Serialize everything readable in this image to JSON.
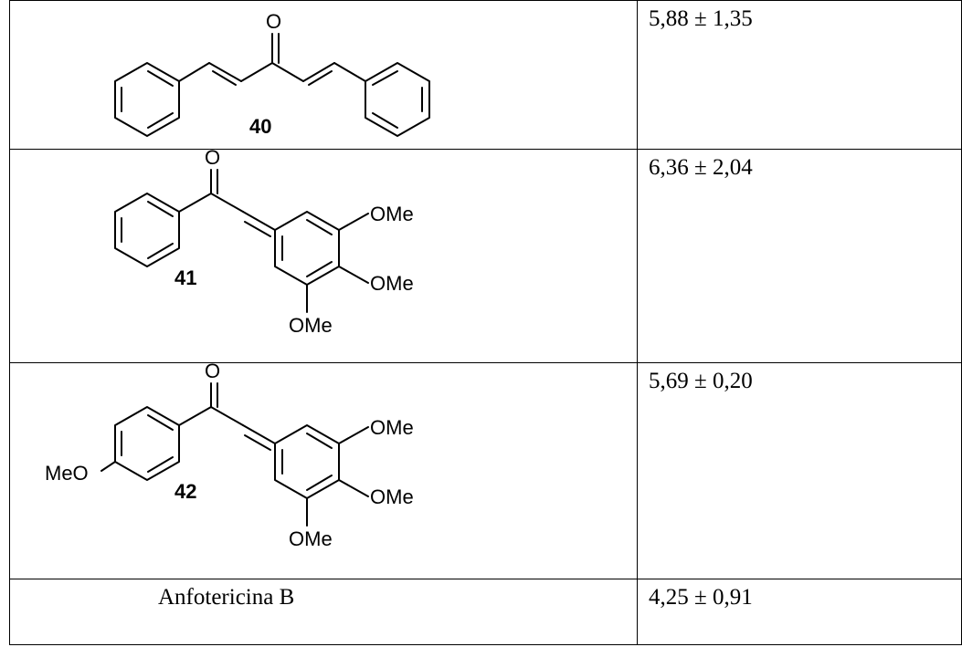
{
  "rows": [
    {
      "compound": "40",
      "value": "5,88 ± 1,35",
      "atoms": {
        "carbonyl_o": "O"
      }
    },
    {
      "compound": "41",
      "value": "6,36 ± 2,04",
      "atoms": {
        "carbonyl_o": "O",
        "ome_1": "OMe",
        "ome_2": "OMe",
        "ome_3": "OMe"
      }
    },
    {
      "compound": "42",
      "value": "5,69 ± 0,20",
      "atoms": {
        "carbonyl_o": "O",
        "meo": "MeO",
        "ome_1": "OMe",
        "ome_2": "OMe",
        "ome_3": "OMe"
      }
    },
    {
      "name": "Anfotericina B",
      "value": "4,25 ± 0,91"
    }
  ]
}
